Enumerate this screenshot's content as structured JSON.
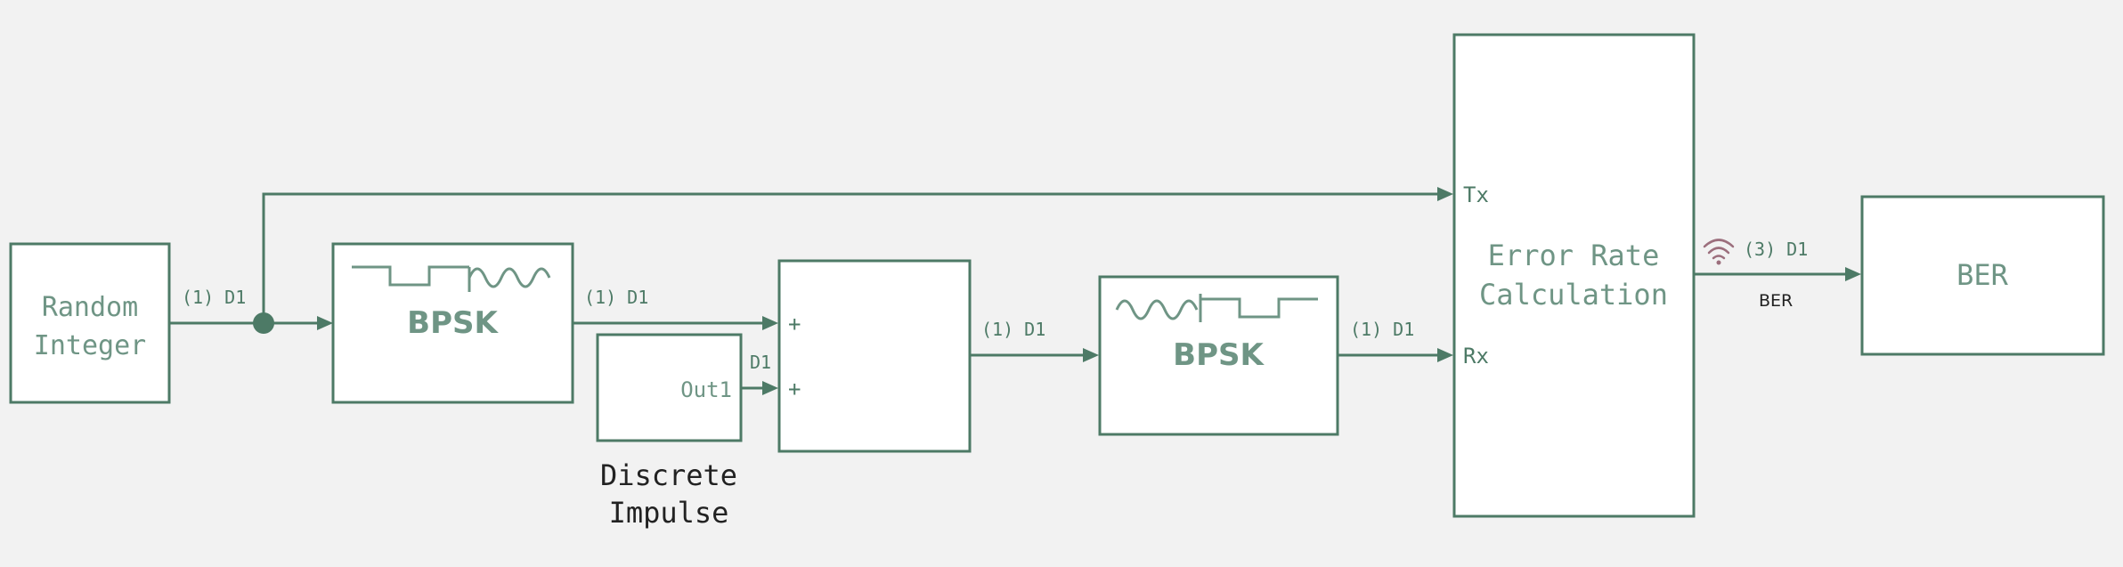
{
  "blocks": {
    "random_integer": {
      "line1": "Random",
      "line2": "Integer"
    },
    "bpsk_modulator": {
      "label": "BPSK"
    },
    "discrete_impulse": {
      "port": "Out1",
      "caption_line1": "Discrete",
      "caption_line2": "Impulse"
    },
    "sum": {
      "port1": "+",
      "port2": "+"
    },
    "bpsk_demodulator": {
      "label": "BPSK"
    },
    "error_rate": {
      "line1": "Error Rate",
      "line2": "Calculation",
      "port_tx": "Tx",
      "port_rx": "Rx"
    },
    "ber_display": {
      "label": "BER"
    }
  },
  "signals": {
    "random_out": "(1) D1",
    "bpsk_out": "(1) D1",
    "impulse_out": "D1",
    "sum_out": "(1) D1",
    "demod_out": "(1) D1",
    "error_out": "(3) D1",
    "error_out_name": "BER"
  },
  "colors": {
    "block_border": "#4d7a66",
    "block_text": "#6f9585",
    "background": "#f2f2f2",
    "signal_icon": "#9c6f7d"
  },
  "icons": {
    "signal_logging": "wifi-signal-icon"
  }
}
